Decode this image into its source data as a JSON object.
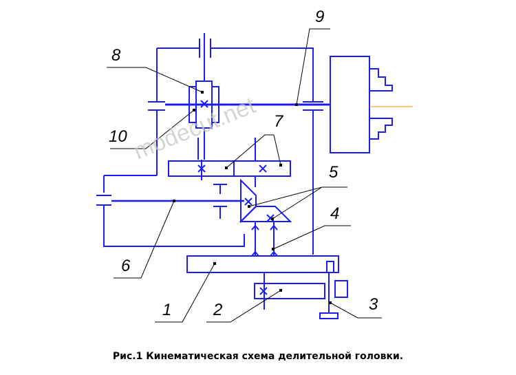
{
  "watermark": "modecut.net",
  "caption": "Рис.1 Кинематическая схема делительной головки.",
  "labels": {
    "n1": "1",
    "n2": "2",
    "n3": "3",
    "n4": "4",
    "n5": "5",
    "n6": "6",
    "n7": "7",
    "n8": "8",
    "n9": "9",
    "n10": "10"
  },
  "colors": {
    "scheme": "#1a1aff",
    "leader": "#000000",
    "axis": "#ff8c00",
    "watermark": "#c8c8c8"
  }
}
